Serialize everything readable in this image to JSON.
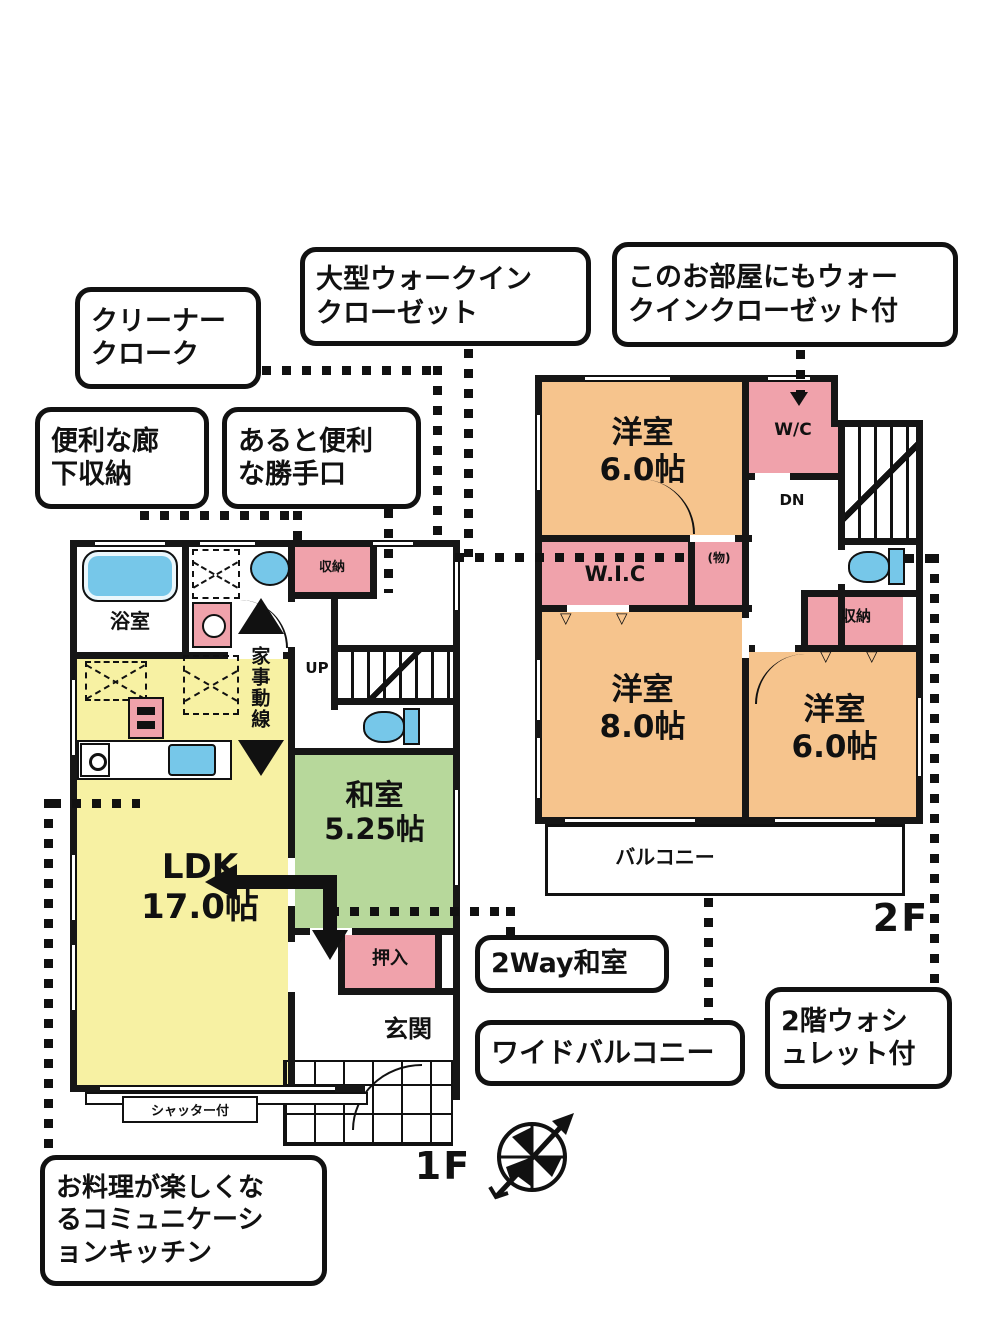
{
  "callouts": {
    "cleaner_cloak": "クリーナー\nクローク",
    "large_wic": "大型ウォークイン\nクローゼット",
    "room_wic": "このお部屋にもウォー\nクインクローゼット付",
    "hall_storage": "便利な廊\n下収納",
    "back_door": "あると便利\nな勝手口",
    "two_way_washitsu": "2Way和室",
    "wide_balcony": "ワイドバルコニー",
    "washlet_2f": "2階ウォシ\nュレット付",
    "kitchen": "お料理が楽しくな\nるコミュニケーシ\nョンキッチン"
  },
  "floor2": {
    "label": "2F",
    "room_top": "洋室\n6.0帖",
    "room_mid": "洋室\n8.0帖",
    "room_right": "洋室\n6.0帖",
    "wc": "W/C",
    "wic": "W.I.C",
    "mono": "(物)",
    "storage": "収納",
    "stairs_dn": "DN",
    "balcony": "バルコニー"
  },
  "floor1": {
    "label": "1F",
    "bathroom": "浴室",
    "hall_storage": "収納",
    "stairs_up": "UP",
    "ldk": "LDK\n17.0帖",
    "washitsu": "和室\n5.25帖",
    "oshiire": "押入",
    "genkan": "玄関",
    "flow_line": "家事動線",
    "shutter": "シャッター付"
  },
  "icons": {
    "closet_marker": "▽",
    "compass": "compass-rose-icon",
    "bathtub": "bathtub-icon",
    "sink": "sink-icon",
    "toilet": "toilet-icon",
    "washer": "washing-machine-icon",
    "fridge": "refrigerator-icon",
    "stove": "stove-icon",
    "flow_arrows": "housework-flow-arrow-icons",
    "two_way_arrow": "two-way-elbow-arrow-icon"
  },
  "colors": {
    "wall": "#161616",
    "western_room_orange": "#f6c48d",
    "closet_pink": "#f0a2ab",
    "ldk_yellow": "#f7f1a3",
    "tatami_green": "#b7d89b",
    "fixture_blue": "#76c7e9"
  }
}
